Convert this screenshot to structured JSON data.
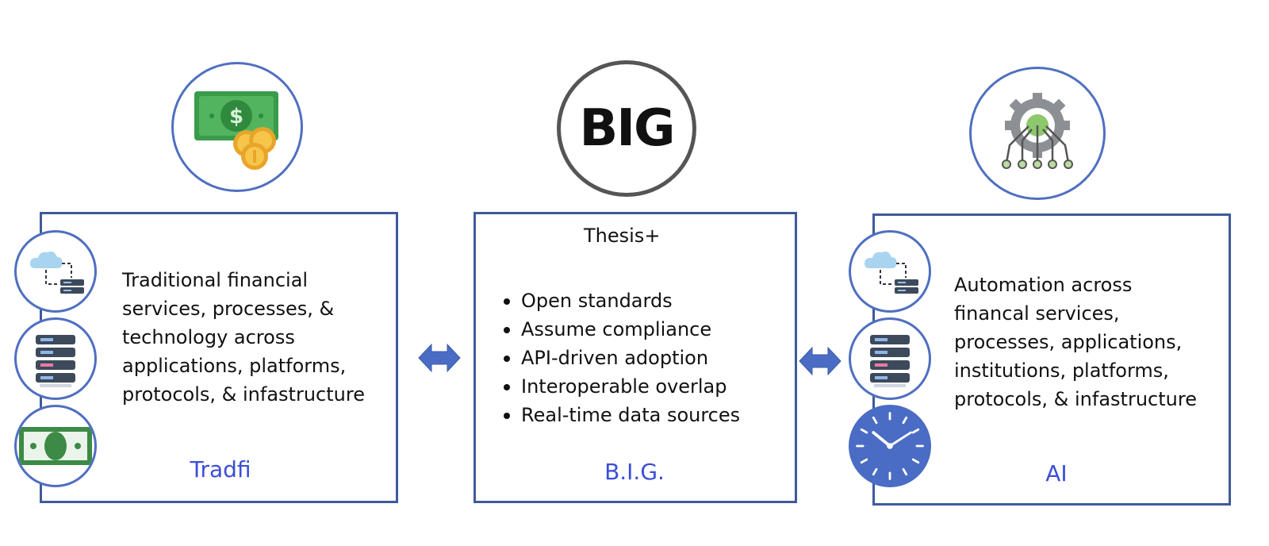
{
  "left": {
    "description": "Traditional financial services, processes, & technology across applications, platforms, protocols, & infastructure",
    "label": "Tradfi",
    "top_icon": "money-coins-icon",
    "side_icons": [
      "cloud-server-icon",
      "server-stack-icon",
      "banknote-icon"
    ]
  },
  "center": {
    "logo_text": "BIG",
    "heading": "Thesis+",
    "bullets": [
      "Open standards",
      "Assume compliance",
      "API-driven adoption",
      "Interoperable overlap",
      "Real-time data sources"
    ],
    "label": "B.I.G."
  },
  "right": {
    "description": "Automation across financal services, processes, applications, institutions, platforms, protocols, & infastructure",
    "label": "AI",
    "top_icon": "gear-circuit-icon",
    "side_icons": [
      "cloud-server-icon",
      "server-stack-icon",
      "clock-icon"
    ]
  },
  "colors": {
    "panel_border": "#3e5a9c",
    "circle_border": "#4f6fc0",
    "label_text": "#3b4ed8",
    "arrow_fill": "#4a6cc4"
  }
}
